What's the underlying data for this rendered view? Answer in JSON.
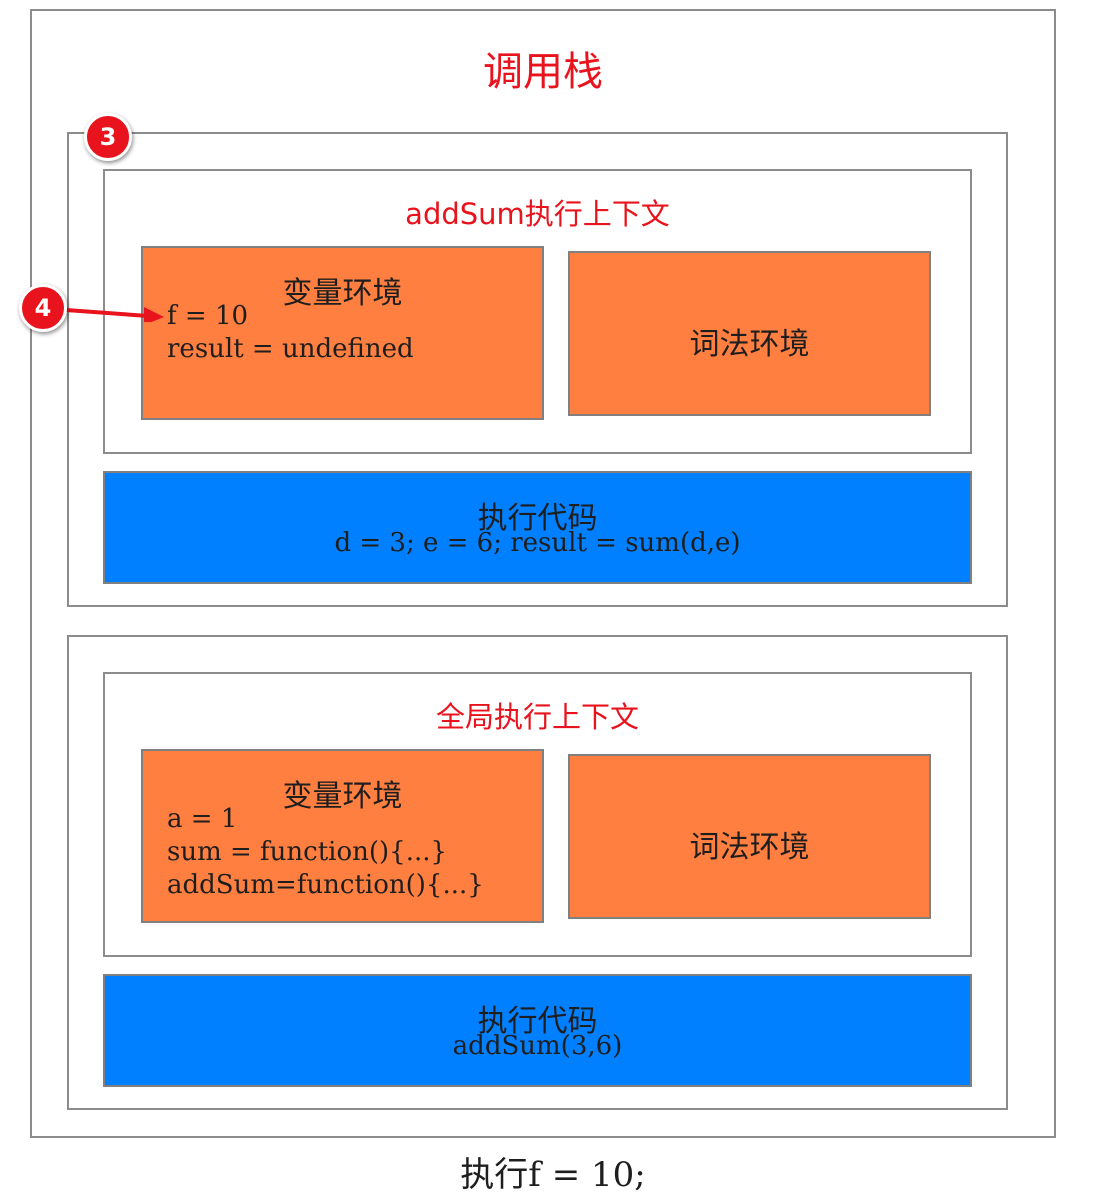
{
  "stack_title": "调用栈",
  "add_sum_context": {
    "title": "addSum执行上下文",
    "variable_env": {
      "title": "变量环境",
      "lines": [
        "f = 10",
        "result = undefined"
      ]
    },
    "lexical_env": {
      "title": "词法环境"
    },
    "exec_code": {
      "title": "执行代码",
      "code": "d = 3; e = 6; result = sum(d,e)"
    }
  },
  "global_context": {
    "title": "全局执行上下文",
    "variable_env": {
      "title": "变量环境",
      "lines": [
        "a = 1",
        "sum = function(){...}",
        "addSum=function(){...}"
      ]
    },
    "lexical_env": {
      "title": "词法环境"
    },
    "exec_code": {
      "title": "执行代码",
      "code": "addSum(3,6)"
    }
  },
  "badges": {
    "step_3": "3",
    "step_4": "4"
  },
  "caption": "执行f = 10;",
  "colors": {
    "title_red": "#e8131c",
    "env_orange": "#ff7f41",
    "code_blue": "#0080ff",
    "border_gray": "#8c8c8c"
  }
}
